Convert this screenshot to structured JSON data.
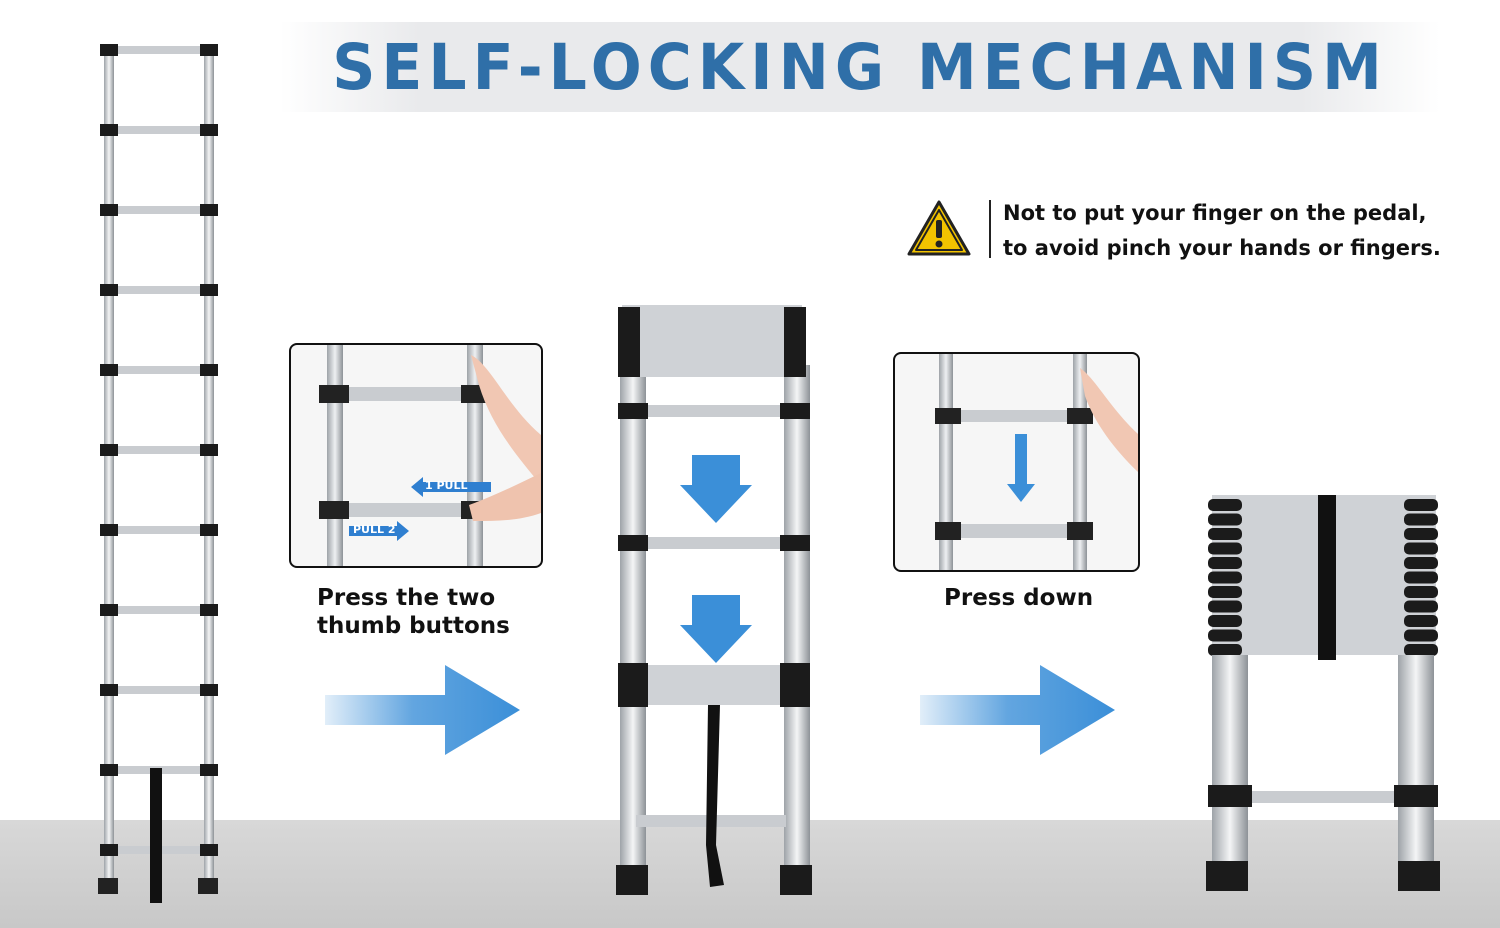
{
  "header": {
    "title": "SELF-LOCKING MECHANISM"
  },
  "warning": {
    "icon": "warning-triangle-icon",
    "lines": [
      "Not to put your finger on the pedal,",
      "to avoid pinch your hands or fingers."
    ]
  },
  "steps": [
    {
      "caption_lines": [
        "Press the two",
        "thumb buttons"
      ],
      "labels": [
        "1 PULL",
        "PULL 2"
      ]
    },
    {
      "caption_lines": [
        "Press down"
      ]
    }
  ],
  "colors": {
    "title": "#2f6fa8",
    "arrow": "#3b8fd8",
    "warning_fill": "#f2c300"
  }
}
